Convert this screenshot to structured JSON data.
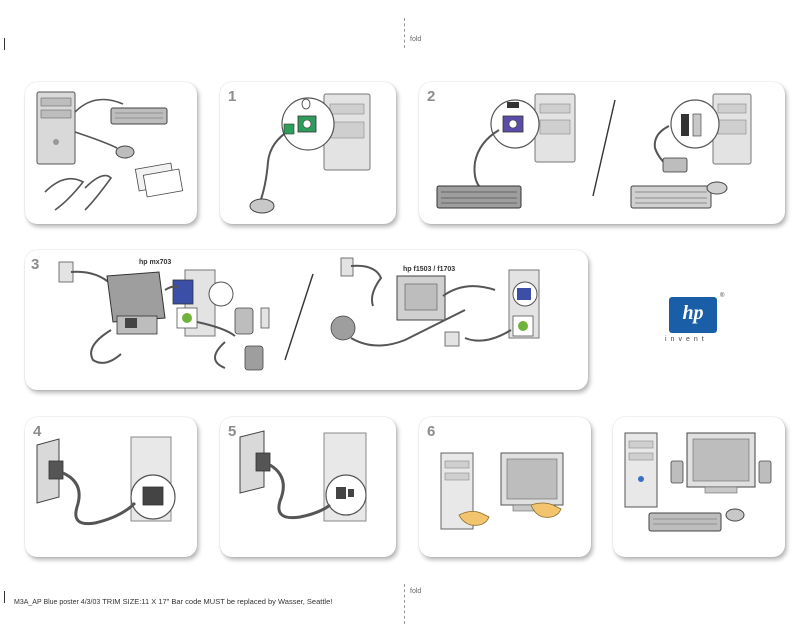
{
  "fold_top": "fold",
  "fold_bottom": "fold",
  "steps": [
    "1",
    "2",
    "3",
    "4",
    "5",
    "6"
  ],
  "monitor_labels": {
    "left": "hp mx703",
    "right": "hp f1503 / f1703"
  },
  "logo": {
    "mark": "hp",
    "tagline": "invent",
    "registered": "®",
    "color": "#1b5ea8"
  },
  "footer": {
    "prefix": "M3A_AP Blue poster  4/3/03",
    "trim": "TRIM SIZE:11 X 17\" Bar code MUST be replaced by Wasser, Seattle!"
  },
  "icons": [
    "computer-icon",
    "keyboard-icon",
    "mouse-icon",
    "cable-icon",
    "monitor-icon",
    "power-plug-icon",
    "hand-icon",
    "speaker-icon"
  ]
}
